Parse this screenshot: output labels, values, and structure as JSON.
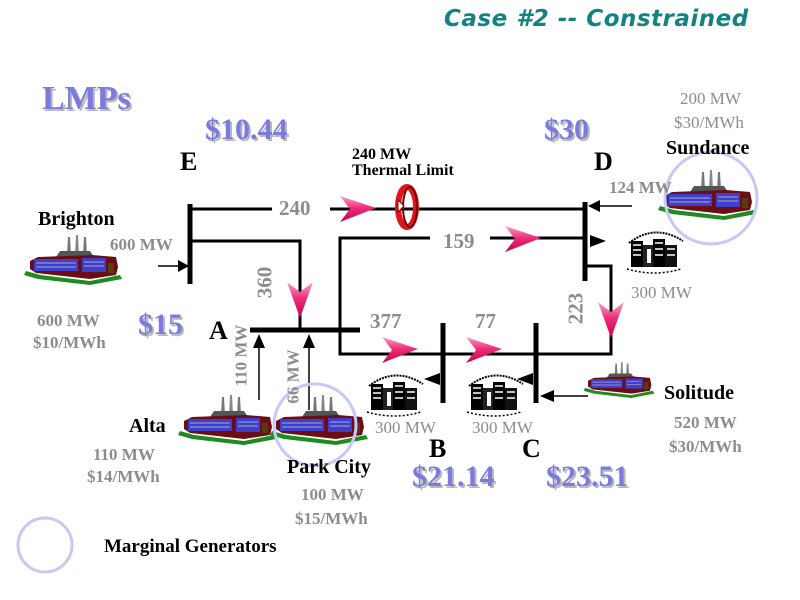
{
  "title": "Case #2 -- Constrained",
  "lmps_heading": "LMPs",
  "buses": {
    "A": {
      "label": "A",
      "lmp": "$15"
    },
    "B": {
      "label": "B",
      "lmp": "$21.14"
    },
    "C": {
      "label": "C",
      "lmp": "$23.51"
    },
    "D": {
      "label": "D",
      "lmp": "$30"
    },
    "E": {
      "label": "E",
      "lmp": "$10.44"
    }
  },
  "generators": {
    "brighton": {
      "name": "Brighton",
      "capacity": "600 MW",
      "cost": "$10/MWh",
      "output": "600 MW",
      "marginal": false
    },
    "alta": {
      "name": "Alta",
      "capacity": "110 MW",
      "cost": "$14/MWh",
      "output": "110 MW",
      "marginal": false
    },
    "park_city": {
      "name": "Park City",
      "capacity": "100 MW",
      "cost": "$15/MWh",
      "output": "66 MW",
      "marginal": true
    },
    "sundance": {
      "name": "Sundance",
      "capacity": "200 MW",
      "cost": "$30/MWh",
      "output": "124 MW",
      "marginal": true
    },
    "solitude": {
      "name": "Solitude",
      "capacity": "520 MW",
      "cost": "$30/MWh",
      "output": "",
      "marginal": false
    }
  },
  "loads": {
    "B": "300 MW",
    "C": "300 MW",
    "D": "300 MW"
  },
  "flows": {
    "E_D": "240",
    "E_A": "360",
    "A_D": "159",
    "A_B": "377",
    "B_C": "77",
    "D_C": "223"
  },
  "constraint": {
    "line1": "240 MW",
    "line2": "Thermal Limit"
  },
  "legend": {
    "marginal_label": "Marginal Generators"
  },
  "colors": {
    "title": "#138282",
    "lmp": "#7b7bdf",
    "flow_arrow": "#e8196a",
    "marginal_circle": "#c8c8f4",
    "limit_icon": "#e0141e"
  }
}
